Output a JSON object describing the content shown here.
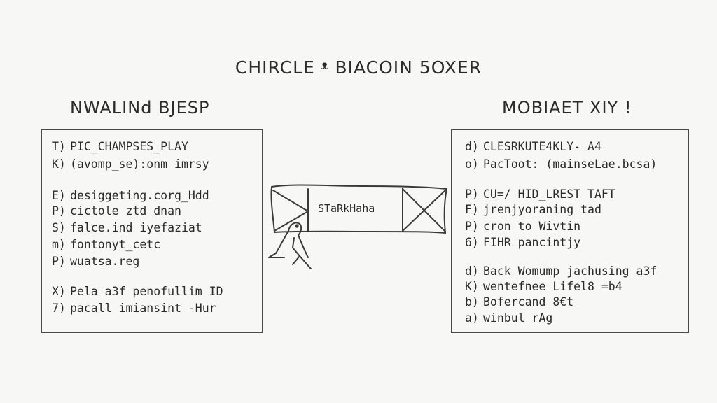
{
  "diagram": {
    "title": "CHIRCLE ᵜ BIACOIN 5OXER",
    "left": {
      "heading": "NWALINd BJESP",
      "groups": [
        [
          {
            "marker": "T)",
            "text": "PIC_CHAMPSES_PLAY"
          },
          {
            "marker": "K)",
            "text": "(avomp_se):onm imrsy"
          }
        ],
        [
          {
            "marker": "E)",
            "text": "desiggeting.corg_Hdd"
          },
          {
            "marker": "P)",
            "text": "cictole ztd dnan"
          },
          {
            "marker": "S)",
            "text": "falce.ind iyefaziat"
          },
          {
            "marker": "m)",
            "text": "fontonyt_cetc"
          },
          {
            "marker": "P)",
            "text": "wuatsa.reg"
          }
        ],
        [
          {
            "marker": "X)",
            "text": "Pela a3f penofullim ID"
          },
          {
            "marker": "7)",
            "text": "pacall imiansint -Hur"
          }
        ]
      ]
    },
    "right": {
      "heading": "MOBIAET XIY !",
      "groups": [
        [
          {
            "marker": "d)",
            "text": "CLESRKUTE4KLY- A4"
          },
          {
            "marker": "o)",
            "text": "PacToot: (mainseLae.bcsa)"
          }
        ],
        [
          {
            "marker": "P)",
            "text": "CU=/ HID_LREST TAFT"
          },
          {
            "marker": "F)",
            "text": "jrenjyoraning tad"
          },
          {
            "marker": "P)",
            "text": "cron to Wivtin"
          },
          {
            "marker": "6)",
            "text": "FIHR pancintjy"
          }
        ],
        [
          {
            "marker": "d)",
            "text": "Back Womump jachusing a3f"
          },
          {
            "marker": "K)",
            "text": "wentefnee Lifel8 =b4"
          },
          {
            "marker": "b)",
            "text": "Bofercand 8€t"
          },
          {
            "marker": "a)",
            "text": "winbul rAg"
          }
        ]
      ]
    },
    "bridge": {
      "label": "SТaRkHaha",
      "icon": "bird-icon"
    },
    "colors": {
      "background": "#f7f7f5",
      "ink": "#2a2a2a",
      "box_border": "#4a4a4a"
    }
  }
}
